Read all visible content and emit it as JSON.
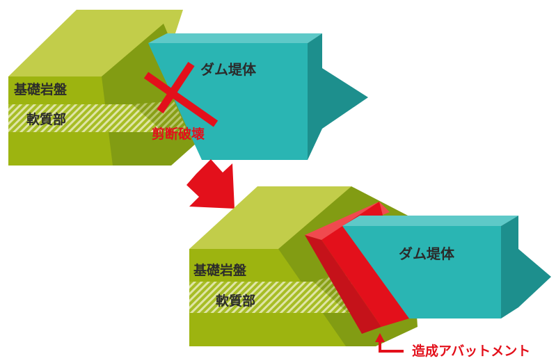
{
  "top_figure": {
    "bedrock_label": "基礎岩盤",
    "soft_layer_label": "軟質部",
    "dam_label": "ダム堤体",
    "failure_label": "剪断破壊"
  },
  "bottom_figure": {
    "bedrock_label": "基礎岩盤",
    "soft_layer_label": "軟質部",
    "dam_label": "ダム堤体",
    "abutment_label": "造成アバットメント"
  },
  "colors": {
    "rock_face": "#9db410",
    "rock_top": "#c2cd4a",
    "rock_slope": "#7f9a12",
    "soft_stripe": "#d7dd9a",
    "dam_face": "#2ab5b3",
    "dam_top": "#5ec9c8",
    "dam_side": "#1b8c8a",
    "accent_red": "#e3101b"
  }
}
